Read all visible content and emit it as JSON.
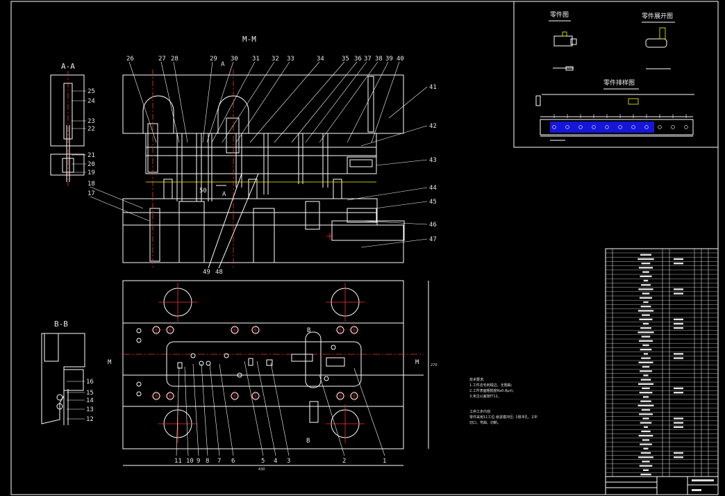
{
  "section_titles": {
    "mm": "M-M",
    "aa": "A-A",
    "bb": "B-B",
    "part_drawing": "零件图",
    "part_unfold": "零件展开图",
    "strip_layout": "零件排样图"
  },
  "callouts_top": [
    "26",
    "27",
    "28",
    "29",
    "30",
    "31",
    "32",
    "33",
    "34",
    "35",
    "36",
    "37",
    "38",
    "39",
    "40"
  ],
  "callouts_right": [
    "41",
    "42",
    "43",
    "44",
    "45",
    "46",
    "47"
  ],
  "callouts_left": [
    "18",
    "17"
  ],
  "callouts_bottom_section": [
    "49",
    "48"
  ],
  "callout_50": "50",
  "callouts_aa": [
    "25",
    "24",
    "23",
    "22",
    "21",
    "20",
    "19"
  ],
  "callouts_bb": [
    "16",
    "15",
    "14",
    "13",
    "12"
  ],
  "callouts_plan": [
    "11",
    "10",
    "9",
    "8",
    "7",
    "6",
    "5",
    "4",
    "3",
    "2",
    "1"
  ],
  "section_markers": {
    "a": "A",
    "b": "B",
    "m": "M"
  },
  "dim_bottom": "430",
  "dim_right": "270",
  "tech_notes": {
    "title": "技术要求:",
    "lines": [
      "1.工件去毛刺锐边、无翘曲;",
      "2.工件表面粗糙度Ra0.8μm;",
      "3.未注公差按IT12。"
    ],
    "process_title": "工序工步内容:",
    "process_lines": [
      "零件采用11工位  级进模冲压: 1侧冲孔、2冲",
      "切口、弯曲、切断。"
    ]
  },
  "colors": {
    "line": "#ffffff",
    "accent": "#ffff00",
    "red": "#ff3030",
    "strip": "#1a1aff",
    "hatch": "#bdbdbd"
  }
}
